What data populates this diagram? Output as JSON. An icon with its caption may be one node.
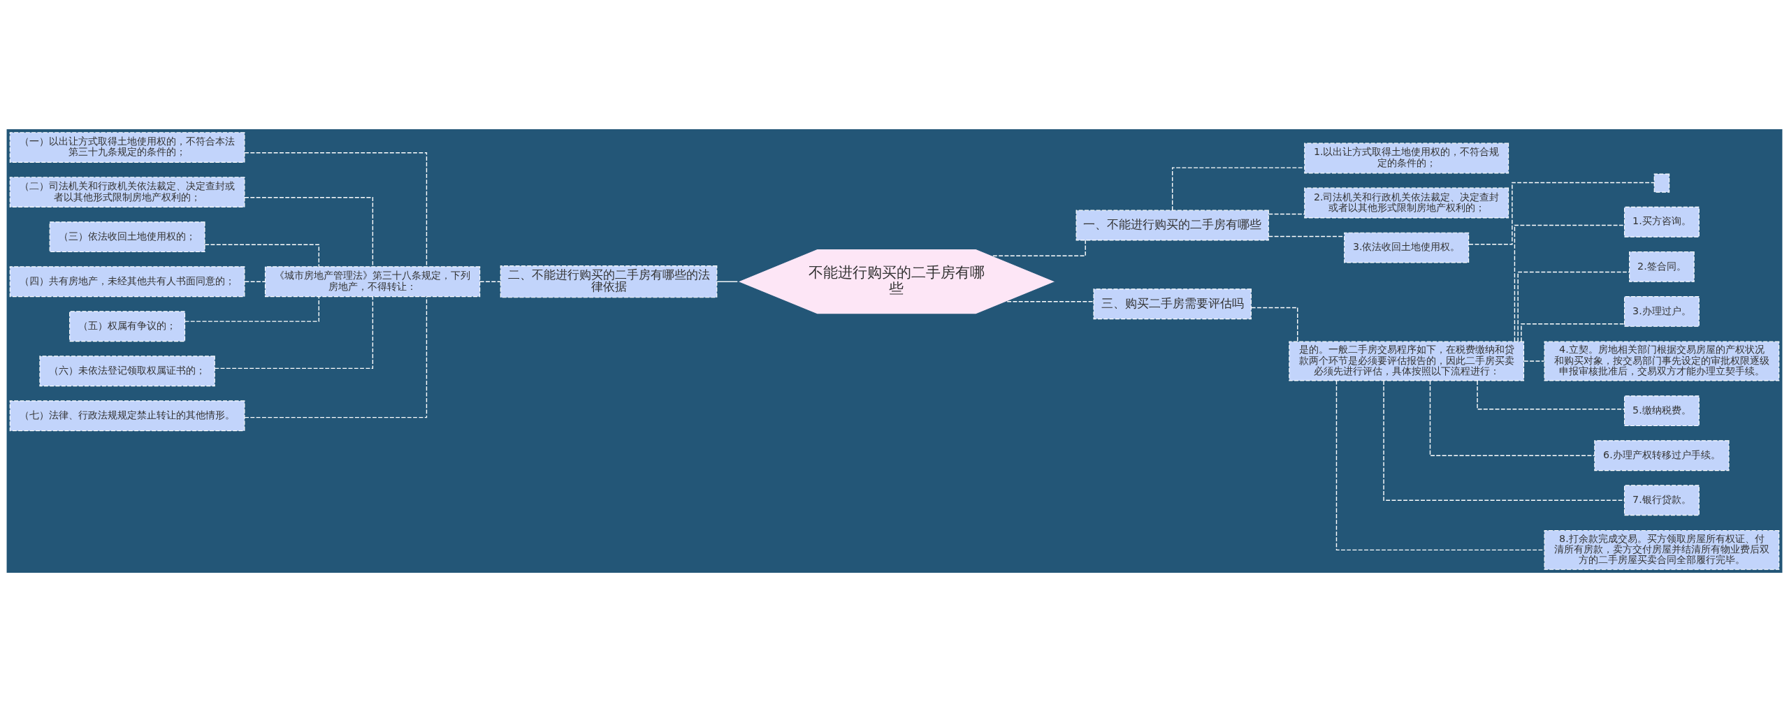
{
  "diagram": {
    "nodes": [
      {
        "text": [
          "不能进行购买的二手房有哪些"
        ]
      },
      {
        "text": [
          "一、不能进行购买的二手房有哪些"
        ]
      },
      {
        "text": [
          "1.以出让方式取得土地使用权的，不符合规定的条件的；"
        ]
      },
      {
        "text": [
          "2.司法机关和行政机关依法裁定、决定查封或者以其他形式限制房地产权利的；"
        ]
      },
      {
        "text": [
          "3.依法收回土地使用权。"
        ]
      },
      {
        "text": [],
        "shape": "box"
      },
      {
        "text": [
          "二、不能进行购买的二手房有哪些的法律依据"
        ]
      },
      {
        "text": [
          "《城市房地产管理法》第三十八条规定，下列房地产，不得转让："
        ]
      },
      {
        "text": [
          "（一）以出让方式取得土地使用权的，不符合本法第三十九条规定的条件的；"
        ]
      },
      {
        "text": [
          "（二）司法机关和行政机关依法裁定、决定查封或者以其他形式限制房地产权利的；"
        ]
      },
      {
        "text": [
          "（三）依法收回土地使用权的；"
        ]
      },
      {
        "text": [
          "（四）共有房地产，未经其他共有人书面同意的；"
        ]
      },
      {
        "text": [
          "（五）权属有争议的；"
        ]
      },
      {
        "text": [
          "（六）未依法登记领取权属证书的；"
        ]
      },
      {
        "text": [
          "（七）法律、行政法规规定禁止转让的其他情形。"
        ]
      },
      {
        "text": [
          "三、购买二手房需要评估吗"
        ]
      },
      {
        "text": [
          "是的。一般二手房交易程序如下，在税费缴纳和贷款两个环节是必须要评估报告的，因此二手房买卖必须先进行评估，具体按照以下流程进行："
        ]
      },
      {
        "text": [
          "1.买方咨询。"
        ]
      },
      {
        "text": [
          "2.签合同。"
        ]
      },
      {
        "text": [
          "3.办理过户。"
        ]
      },
      {
        "text": [
          "4.立契。房地相关部门根据交易房屋的产权状况和购买对象，按交易部门事先设定的审批权限逐级申报审核批准后，交易双方才能办理立契手续。"
        ]
      },
      {
        "text": [
          "5.缴纳税费。"
        ]
      },
      {
        "text": [
          "6.办理产权转移过户手续。"
        ]
      },
      {
        "text": [
          "7.银行贷款。"
        ]
      },
      {
        "text": [
          "8.打余款完成交易。买方领取房屋所有权证、付清所有房款，卖方交付房屋并结清所有物业费后双方的二手房屋买卖合同全部履行完毕。"
        ]
      }
    ],
    "edges": [
      {
        "from": 0,
        "to": 1,
        "arrow": "none",
        "style": "dashed"
      },
      {
        "from": 1,
        "to": 2,
        "arrow": "none",
        "style": "dashed"
      },
      {
        "from": 1,
        "to": 3,
        "arrow": "none",
        "style": "dashed"
      },
      {
        "from": 1,
        "to": 4,
        "arrow": "none",
        "style": "dashed"
      },
      {
        "from": 4,
        "to": 5,
        "arrow": "none",
        "style": "dashed"
      },
      {
        "from": 0,
        "to": 6,
        "arrow": "none"
      },
      {
        "from": 6,
        "to": 7,
        "arrow": "none",
        "style": "dashed"
      },
      {
        "from": 7,
        "to": 8,
        "arrow": "none",
        "style": "dashed"
      },
      {
        "from": 7,
        "to": 9,
        "arrow": "none",
        "style": "dashed"
      },
      {
        "from": 7,
        "to": 10,
        "arrow": "none",
        "style": "dashed"
      },
      {
        "from": 7,
        "to": 11,
        "arrow": "none",
        "style": "dashed"
      },
      {
        "from": 7,
        "to": 12,
        "arrow": "none",
        "style": "dashed"
      },
      {
        "from": 7,
        "to": 13,
        "arrow": "none",
        "style": "dashed"
      },
      {
        "from": 7,
        "to": 14,
        "arrow": "none",
        "style": "dashed"
      },
      {
        "from": 0,
        "to": 15,
        "arrow": "none",
        "style": "dashed"
      },
      {
        "from": 15,
        "to": 16,
        "arrow": "none",
        "style": "dashed"
      },
      {
        "from": 16,
        "to": 17,
        "arrow": "none",
        "style": "dashed"
      },
      {
        "from": 16,
        "to": 18,
        "arrow": "none",
        "style": "dashed"
      },
      {
        "from": 16,
        "to": 19,
        "arrow": "none",
        "style": "dashed"
      },
      {
        "from": 16,
        "to": 20,
        "arrow": "none",
        "style": "dashed"
      },
      {
        "from": 16,
        "to": 21,
        "arrow": "none",
        "style": "dashed"
      },
      {
        "from": 16,
        "to": 22,
        "arrow": "none",
        "style": "dashed"
      },
      {
        "from": 16,
        "to": 23,
        "arrow": "none",
        "style": "dashed"
      },
      {
        "from": 16,
        "to": 24,
        "arrow": "none",
        "style": "dashed"
      }
    ]
  }
}
